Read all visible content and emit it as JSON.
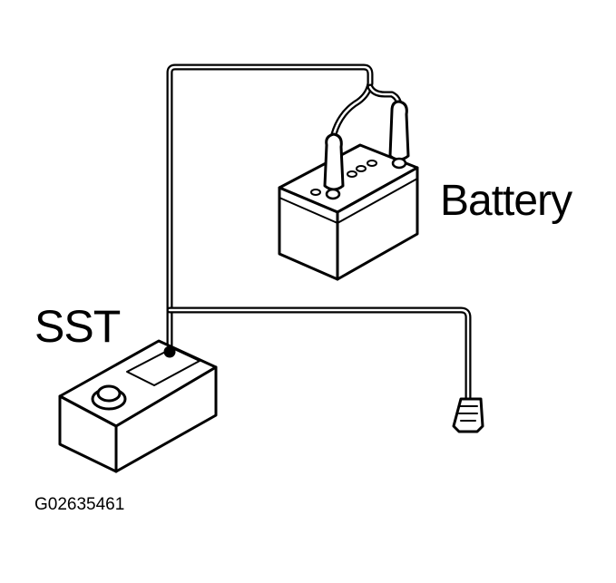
{
  "labels": {
    "battery": "Battery",
    "sst": "SST",
    "figure_code": "G02635461"
  },
  "colors": {
    "ink": "#000000",
    "paper": "#ffffff"
  },
  "components": [
    "battery",
    "sst-tester",
    "connector-plug",
    "battery-clip-positive",
    "battery-clip-negative",
    "wiring-harness"
  ]
}
